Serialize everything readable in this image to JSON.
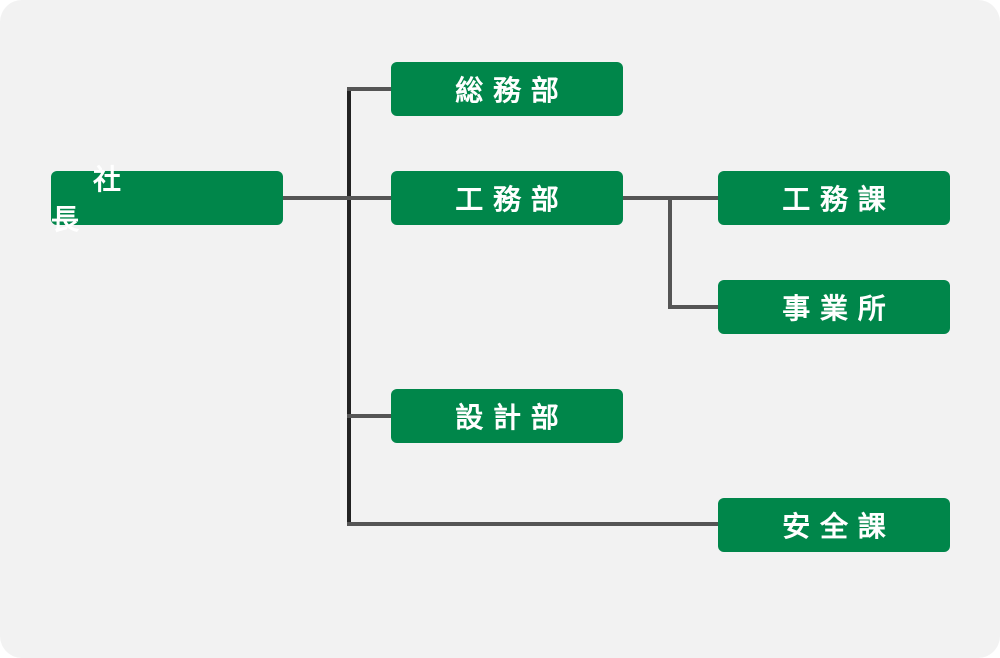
{
  "org_chart": {
    "president": "社　長",
    "general_affairs": "総務部",
    "construction": "工務部",
    "design": "設計部",
    "construction_section": "工務課",
    "business_office": "事業所",
    "safety_section": "安全課"
  },
  "colors": {
    "box_fill": "#00864a",
    "box_text": "#ffffff",
    "line_dark": "#222222",
    "line_gray": "#555555",
    "background": "#f2f2f2"
  }
}
